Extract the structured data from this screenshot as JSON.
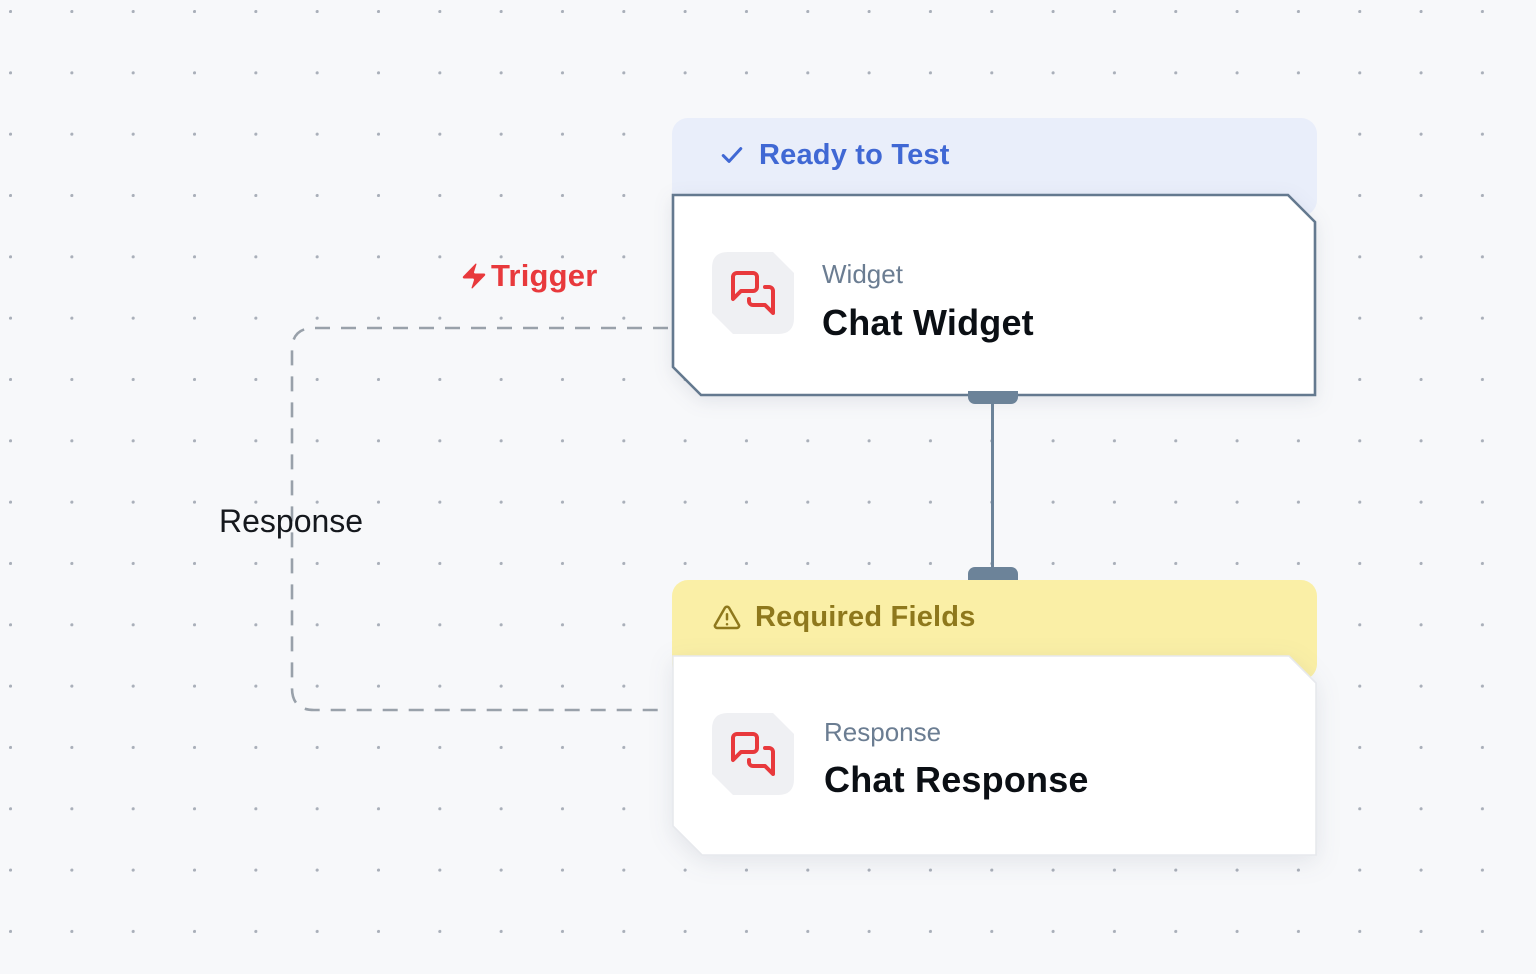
{
  "canvas": {
    "background": "#F7F8FA",
    "dot_color": "#A9AFB9"
  },
  "connections": {
    "trigger_label": "Trigger",
    "response_label": "Response",
    "dash_color": "#99A1AA",
    "connector_color": "#6C8399",
    "trigger_color": "#E8393C"
  },
  "nodes": {
    "widget": {
      "status": "Ready to Test",
      "status_icon": "check-icon",
      "status_color": "#4068D4",
      "status_bg": "#E9EEFA",
      "type": "Widget",
      "title": "Chat Widget",
      "node_icon": "messages-square-icon",
      "node_icon_color": "#E8393C",
      "border_color": "#64798F"
    },
    "response": {
      "status": "Required Fields",
      "status_icon": "warning-triangle-icon",
      "status_color": "#8E781C",
      "status_bg": "#FAEFA6",
      "type": "Response",
      "title": "Chat Response",
      "node_icon": "messages-square-icon",
      "node_icon_color": "#E8393C",
      "border_color": "#E7E9ED"
    }
  }
}
